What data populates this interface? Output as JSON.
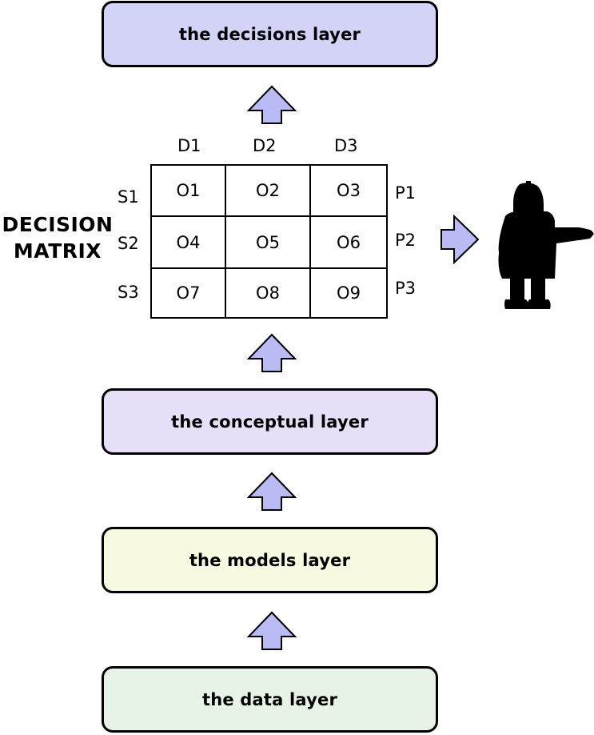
{
  "layers": {
    "decisions": "the decisions layer",
    "conceptual": "the conceptual layer",
    "models": "the models layer",
    "data": "the data layer"
  },
  "matrix": {
    "title_line1": "DECISION",
    "title_line2": "MATRIX",
    "columns": [
      "D1",
      "D2",
      "D3"
    ],
    "rows": [
      "S1",
      "S2",
      "S3"
    ],
    "outcomes": [
      [
        "O1",
        "O2",
        "O3"
      ],
      [
        "O4",
        "O5",
        "O6"
      ],
      [
        "O7",
        "O8",
        "O9"
      ]
    ],
    "preferences": [
      "P1",
      "P2",
      "P3"
    ]
  },
  "colors": {
    "arrow_fill": "#babaf5",
    "decisions_fill": "#d3d3f8",
    "conceptual_fill": "#e8dff8",
    "models_fill": "#f7f9e1",
    "data_fill": "#e8f3e8"
  },
  "icons": {
    "decision_maker": "person-pointing-silhouette-icon",
    "flow": "arrow-up-icon"
  }
}
